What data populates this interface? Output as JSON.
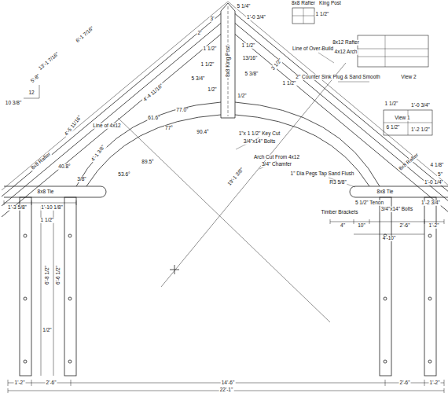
{
  "diagram": {
    "labels": [
      "13'-1 7/16\"",
      "6'-1 7/16\"",
      "5'-8\"",
      "12",
      "10 3/8\"",
      "8x8 Rafter",
      "40.8°",
      "8x8 Tie",
      "1'-3 5/8\"",
      "1'-10 1/8\"",
      "3/8\"",
      "4'-5 11/16\"",
      "4'-1 3/8\"",
      "Line of 4x12",
      "53.6°",
      "89.5°",
      "61.6°",
      "77.0°",
      "77°",
      "90.4°",
      "4'-4 11/16\"",
      "5 1/4\"",
      "3'",
      "1'-0 3/4\"",
      "2'",
      "8x8 King Post",
      "1 1/2\"",
      "13/16\"",
      "1 1/2\"",
      "5 3/4\"",
      "5 3/8\"",
      "1/2\"",
      "1/2\"",
      "1 1/2\"",
      "19'-1 3/8\"",
      "Line of Over-Build",
      "8x12 Rafter",
      "4x12 Arch",
      "2\" Counter Sink Plug & Sand Smooth",
      "View 2",
      "8x8 Rafter",
      "King Post",
      "1 1/2\"",
      "3 1/2\"",
      "1 1/2\"",
      "1\"x 1 1/2\" Key Cut",
      "3/4\"x14\" Bolts",
      "Arch Cut From 4x12",
      "3/4\" Chamfer",
      "1\" Dia Pegs Tap Sand Flush",
      "R3 5/8\"",
      "8x8 Tie",
      "5 1/2\" Tenon",
      "Timber Brackets",
      "3/4\"x14\" Bolts",
      "4\"",
      "10\"",
      "2'-6\"",
      "1'-2\"",
      "4'-10\"",
      "1'-0 1/4\"",
      "1'-2 3/4\"",
      "View 1",
      "8x8 Rafter",
      "6 1/2\"",
      "1'-2 1/2\"",
      "1'-0 3/4\"",
      "1 1/2\"",
      "4 1/8\"",
      "5\"",
      "6'-8 1/2\"",
      "6'-6 1/2\"",
      "1 1/2\"",
      "1/2\"",
      "1'-2\"",
      "2'-6\"",
      "14'-6\"",
      "2'-6\"",
      "1'-2\"",
      "22'-1\""
    ]
  }
}
